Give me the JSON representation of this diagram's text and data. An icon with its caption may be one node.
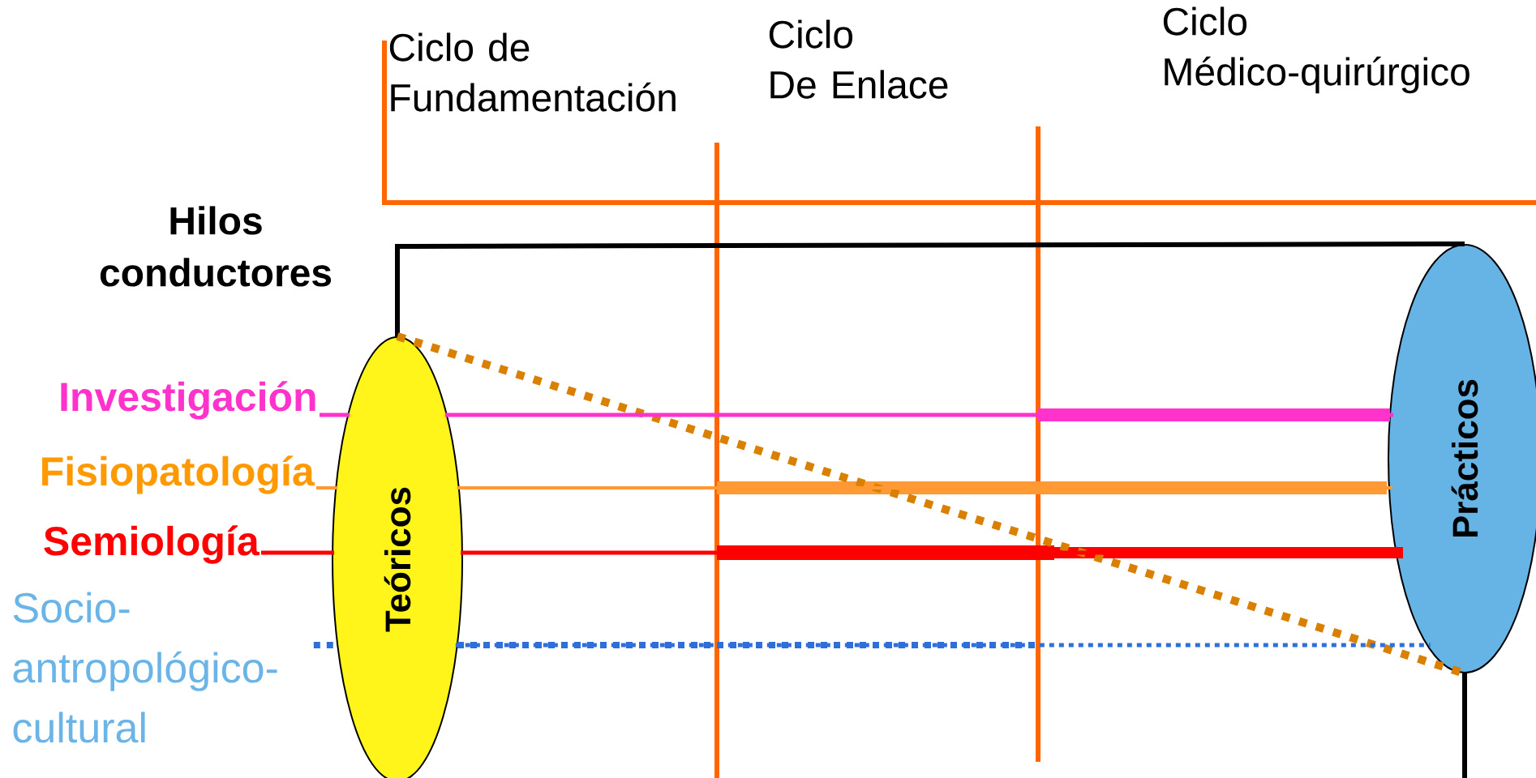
{
  "diagram": {
    "nodes": [
      {
        "text": [
          "Teóricos"
        ]
      },
      {
        "text": [
          "Prácticos"
        ]
      },
      {
        "text": [
          "Investigación"
        ]
      },
      {
        "text": [
          "Fisiopatología"
        ]
      },
      {
        "text": [
          "Semiología"
        ]
      },
      {
        "text": [
          "Socio-antropológico-cultural"
        ]
      }
    ],
    "edges": [
      {
        "from": 0,
        "to": 1,
        "arrow": "none",
        "color": "#000000"
      },
      {
        "from": 0,
        "to": 1,
        "arrow": "none",
        "style": "dashed",
        "color": "#d98000"
      },
      {
        "from": 2,
        "to": 0,
        "arrow": "none",
        "color": "#ff33cc"
      },
      {
        "from": 0,
        "to": 1,
        "arrow": "none",
        "color": "#ff33cc"
      },
      {
        "from": 3,
        "to": 0,
        "arrow": "none",
        "color": "#ff9933"
      },
      {
        "from": 0,
        "to": 1,
        "arrow": "none",
        "color": "#ff9933"
      },
      {
        "from": 4,
        "to": 0,
        "arrow": "none",
        "color": "#ff0000"
      },
      {
        "from": 0,
        "to": 1,
        "arrow": "none",
        "color": "#ff0000"
      },
      {
        "from": 5,
        "to": 0,
        "arrow": "none",
        "style": "dashed",
        "color": "#2f6fd9"
      },
      {
        "from": 0,
        "to": 1,
        "arrow": "none",
        "style": "dashed",
        "color": "#2f6fd9"
      }
    ],
    "labels": [
      "Ciclo de Fundamentación",
      "Ciclo De Enlace",
      "Ciclo Médico-quirúrgico",
      "Hilos conductores"
    ]
  }
}
